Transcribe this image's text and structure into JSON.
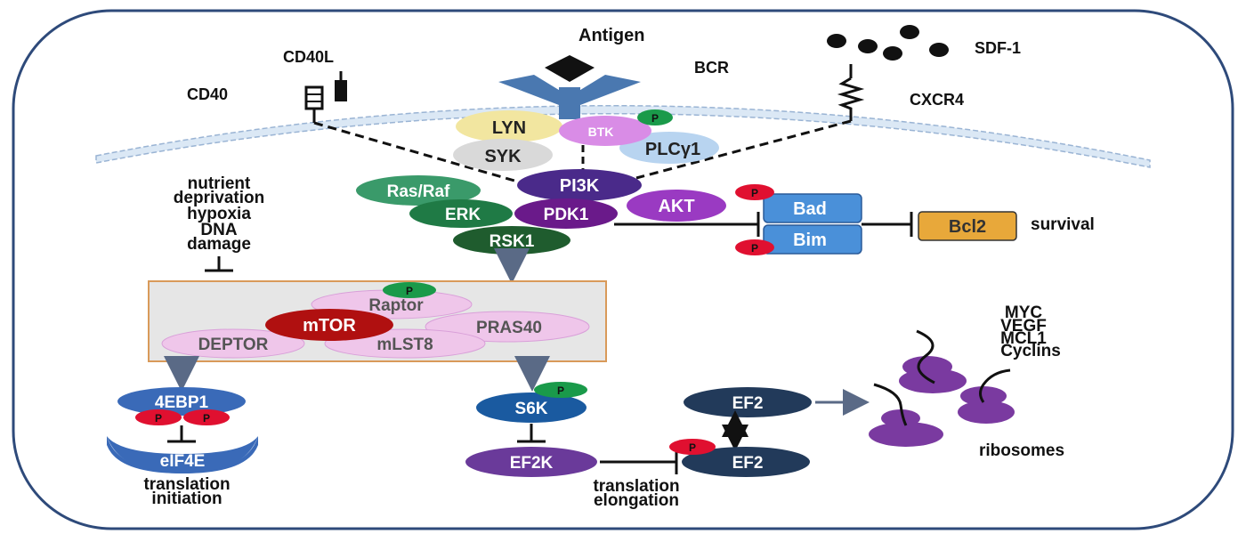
{
  "receptors": {
    "antigen": "Antigen",
    "bcr": "BCR",
    "cd40l": "CD40L",
    "cd40": "CD40",
    "sdf1": "SDF-1",
    "cxcr4": "CXCR4"
  },
  "kinases": {
    "lyn": "LYN",
    "btk": "BTK",
    "syk": "SYK",
    "plcg1": "PLCγ1",
    "p": "P"
  },
  "pathway": {
    "ras_raf": "Ras/Raf",
    "erk": "ERK",
    "rsk1": "RSK1",
    "pi3k": "PI3K",
    "pdk1": "PDK1",
    "akt": "AKT"
  },
  "apoptosis": {
    "bad": "Bad",
    "bim": "Bim",
    "bcl2": "Bcl2",
    "survival": "survival"
  },
  "stress": {
    "line1": "nutrient",
    "line2": "deprivation",
    "line3": "hypoxia",
    "line4": "DNA",
    "line5": "damage"
  },
  "mtor_complex": {
    "raptor": "Raptor",
    "mtor": "mTOR",
    "pras40": "PRAS40",
    "deptor": "DEPTOR",
    "mlst8": "mLST8"
  },
  "translation": {
    "ebp1": "4EBP1",
    "eif4e": "eIF4E",
    "initiation_line1": "translation",
    "initiation_line2": "initiation",
    "s6k": "S6K",
    "ef2k": "EF2K",
    "ef2_top": "EF2",
    "ef2_bottom": "EF2",
    "elongation_line1": "translation",
    "elongation_line2": "elongation"
  },
  "targets": {
    "myc": "MYC",
    "vegf": "VEGF",
    "mcl1": "MCL1",
    "cyclins": "Cyclins",
    "ribosomes": "ribosomes"
  },
  "colors": {
    "cell_border": "#2e4a7a",
    "membrane": "#dbe8f5",
    "lyn": "#f2e6a0",
    "btk": "#d98ce6",
    "syk": "#d9d9d9",
    "plcg1": "#b8d4f0",
    "ras_raf": "#3a9a6a",
    "erk": "#1f7a45",
    "rsk1": "#1f5c2e",
    "pi3k": "#4a2a8a",
    "pdk1": "#6a1a8a",
    "akt": "#9a3ac2",
    "bad_bim": "#4a90d9",
    "bcl2": "#e8a83a",
    "mtor": "#b01010",
    "mtor_partners": "#efc6ea",
    "mtor_box": "#e6e6e6",
    "mtor_box_border": "#d99a5a",
    "ebp1": "#3a6ab8",
    "phospho_green": "#1a9a4a",
    "phospho_red": "#e01030",
    "s6k": "#1a5aa0",
    "ef2k": "#6a3a9a",
    "ef2": "#223a5a",
    "ribosome": "#7a3aa0",
    "arrow": "#5a6a86"
  }
}
